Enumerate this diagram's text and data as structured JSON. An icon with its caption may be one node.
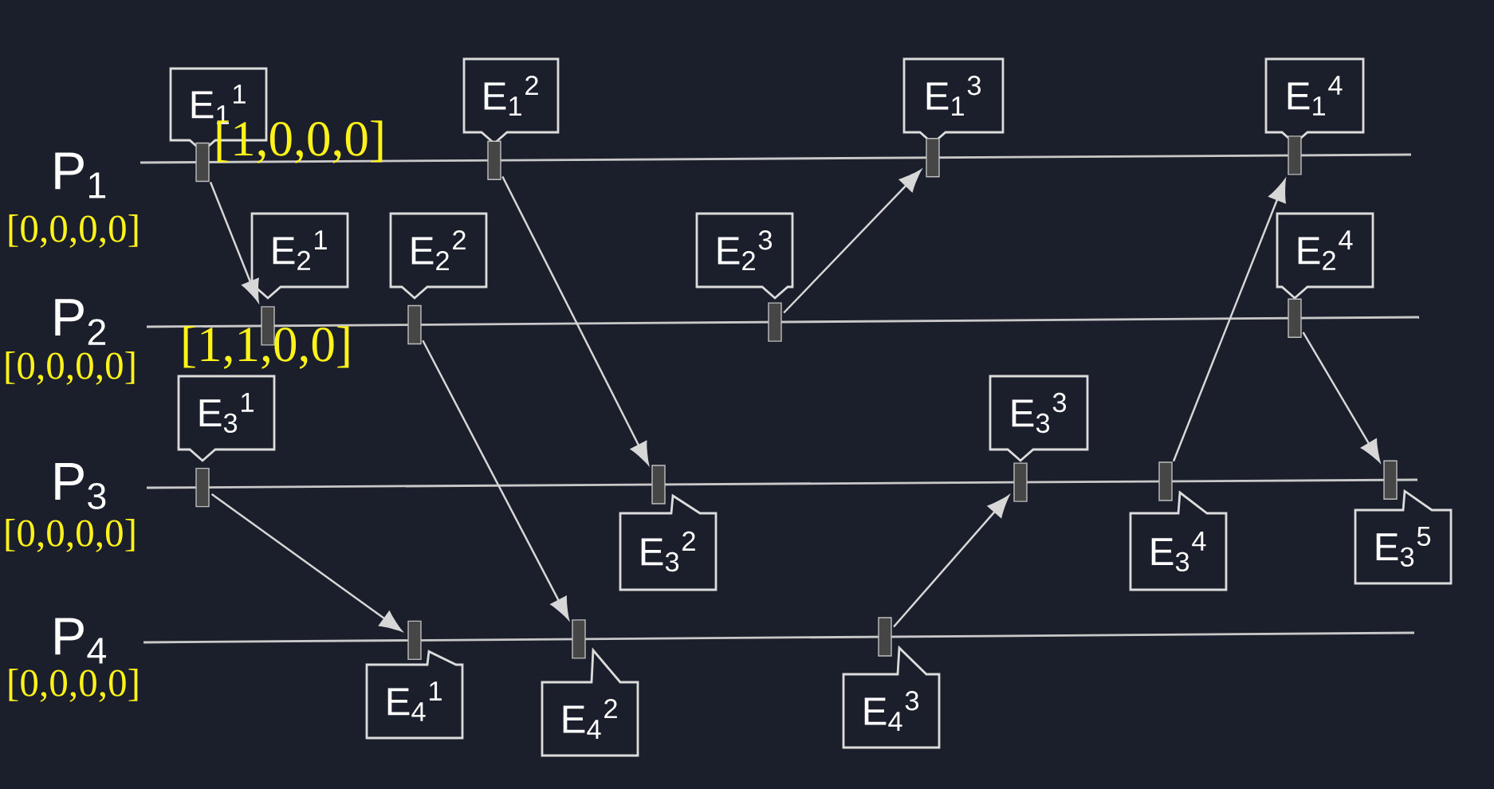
{
  "diagram": {
    "nodes": [
      {
        "text": [
          "E$_{1}$$^{1}$"
        ]
      },
      {
        "text": [
          "E$_{1}$$^{2}$"
        ]
      },
      {
        "text": [
          "E$_{1}$$^{3}$"
        ]
      },
      {
        "text": [
          "E$_{1}$$^{4}$"
        ]
      },
      {
        "text": [
          "E$_{2}$$^{1}$"
        ]
      },
      {
        "text": [
          "E$_{2}$$^{2}$"
        ]
      },
      {
        "text": [
          "E$_{2}$$^{3}$"
        ]
      },
      {
        "text": [
          "E$_{2}$$^{4}$"
        ]
      },
      {
        "text": [
          "E$_{3}$$^{1}$"
        ]
      },
      {
        "text": [
          "E$_{3}$$^{2}$"
        ]
      },
      {
        "text": [
          "E$_{3}$$^{3}$"
        ]
      },
      {
        "text": [
          "E$_{3}$$^{4}$"
        ]
      },
      {
        "text": [
          "E$_{3}$$^{5}$"
        ]
      },
      {
        "text": [
          "E$_{4}$$^{1}$"
        ]
      },
      {
        "text": [
          "E$_{4}$$^{2}$"
        ]
      },
      {
        "text": [
          "E$_{4}$$^{3}$"
        ]
      },
      {
        "text": [],
        "shape": "bar"
      },
      {
        "text": [],
        "shape": "bar"
      },
      {
        "text": [],
        "shape": "bar"
      },
      {
        "text": [],
        "shape": "bar"
      },
      {
        "text": [],
        "shape": "bar"
      },
      {
        "text": [],
        "shape": "bar"
      },
      {
        "text": [],
        "shape": "bar"
      },
      {
        "text": [],
        "shape": "bar"
      },
      {
        "text": [],
        "shape": "bar"
      },
      {
        "text": [],
        "shape": "bar"
      },
      {
        "text": [],
        "shape": "bar"
      },
      {
        "text": [],
        "shape": "bar"
      },
      {
        "text": [],
        "shape": "bar"
      },
      {
        "text": [],
        "shape": "bar"
      },
      {
        "text": [],
        "shape": "bar"
      },
      {
        "text": [],
        "shape": "bar"
      }
    ],
    "edges": [
      {
        "from": 16,
        "to": 20,
        "arrow": "to"
      },
      {
        "from": 17,
        "to": 25,
        "arrow": "to"
      },
      {
        "from": 21,
        "to": 30,
        "arrow": "to"
      },
      {
        "from": 22,
        "to": 18,
        "arrow": "to"
      },
      {
        "from": 24,
        "to": 29,
        "arrow": "to"
      },
      {
        "from": 31,
        "to": 26,
        "arrow": "to"
      },
      {
        "from": 27,
        "to": 19,
        "arrow": "to"
      },
      {
        "from": 23,
        "to": 28,
        "arrow": "to"
      }
    ],
    "labels": [
      "[1,0,0,0]",
      "P$_{1}$",
      "[0,0,0,0]",
      "P$_{2}$",
      "[1,1,0,0]",
      "[0,0,0,0]",
      "P$_{3}$",
      "[0,0,0,0]",
      "P$_{4}$",
      "[0,0,0,0]"
    ]
  }
}
